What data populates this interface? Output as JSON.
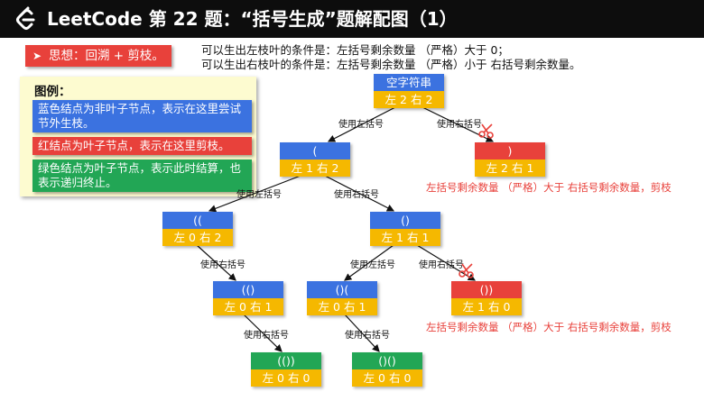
{
  "header": {
    "title": "LeetCode 第 22 题：“括号生成”题解配图（1）"
  },
  "idea": {
    "arrow": "➤",
    "text": "思想：回溯 + 剪枝。"
  },
  "conditions": {
    "left": "可以生出左枝叶的条件是：左括号剩余数量 （严格）大于 0；",
    "right": "可以生出右枝叶的条件是：左括号剩余数量 （严格）小于 右括号剩余数量。"
  },
  "legend": {
    "title": "图例：",
    "blue": "蓝色结点为非叶子节点，表示在这里尝试节外生枝。",
    "red": "红结点为叶子节点，表示在这里剪枝。",
    "green": "绿色结点为叶子节点，表示此时结算，也表示递归终止。"
  },
  "nodes": {
    "root": {
      "top": "空字符串",
      "bottom": "左 2 右 2"
    },
    "n1": {
      "top": "(",
      "bottom": "左 1 右 2"
    },
    "n2": {
      "top": ")",
      "bottom": "左 2 右 1"
    },
    "n3": {
      "top": "((",
      "bottom": "左 0 右 2"
    },
    "n4": {
      "top": "()",
      "bottom": "左 1 右 1"
    },
    "n5": {
      "top": "(()",
      "bottom": "左 0 右 1"
    },
    "n6": {
      "top": "()(",
      "bottom": "左 0 右 1"
    },
    "n7": {
      "top": "())",
      "bottom": "左 1 右 0"
    },
    "n8": {
      "top": "(())",
      "bottom": "左 0 右 0"
    },
    "n9": {
      "top": "()()",
      "bottom": "左 0 右 0"
    }
  },
  "edge_labels": {
    "use_left": "使用左括号",
    "use_right": "使用右括号"
  },
  "prune_notes": {
    "upper": "左括号剩余数量 （严格）大于 右括号剩余数量，剪枝",
    "lower": "左括号剩余数量 （严格）大于 右括号剩余数量，剪枝"
  },
  "colors": {
    "blue": "#3b72e0",
    "red": "#e8413b",
    "green": "#22a655",
    "yellow": "#f5b800",
    "legend_bg": "#fdfbd0"
  }
}
